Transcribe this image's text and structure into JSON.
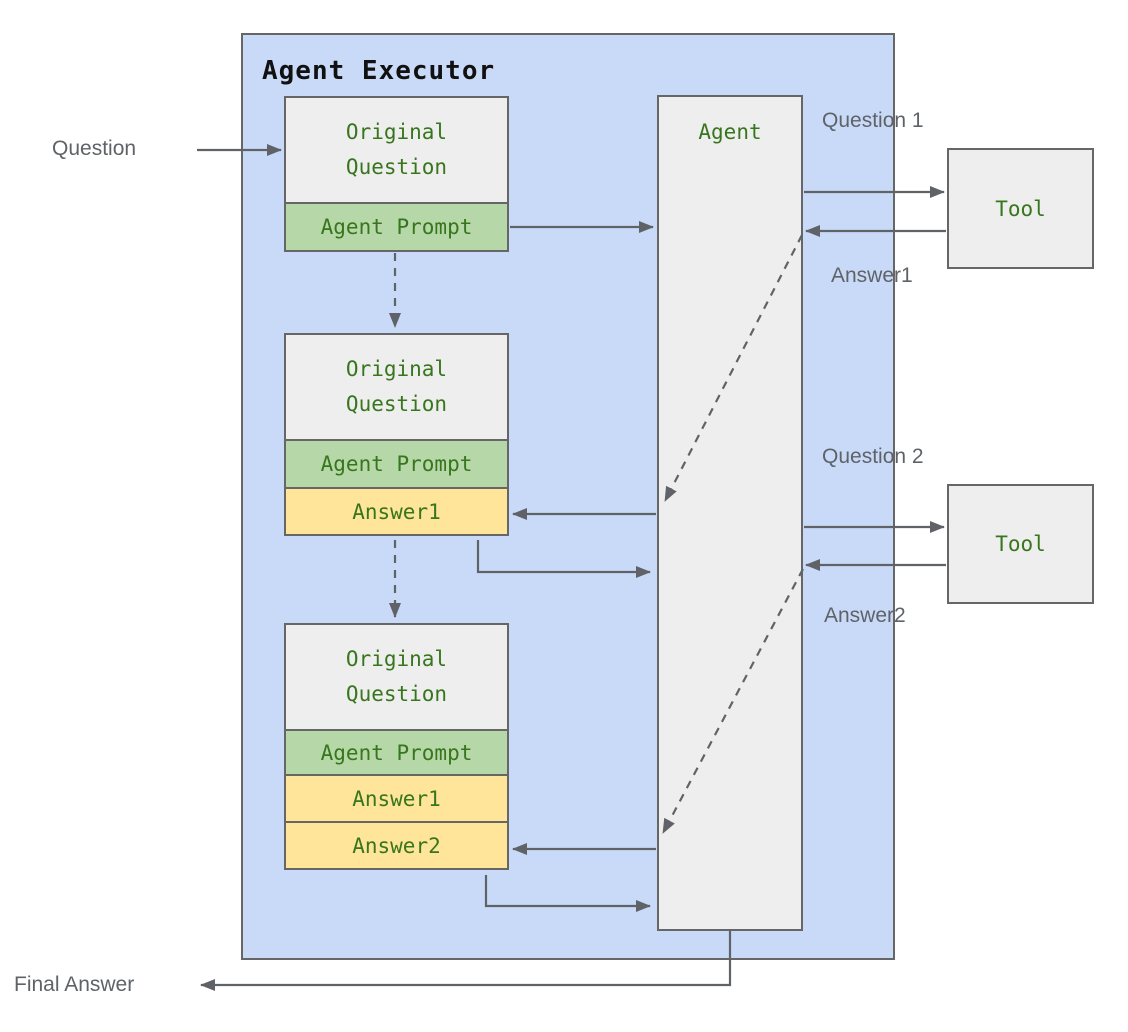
{
  "diagram": {
    "container_title": "Agent Executor",
    "agent_label": "Agent",
    "tools": [
      {
        "label": "Tool"
      },
      {
        "label": "Tool"
      }
    ],
    "blocks": [
      {
        "rows": [
          {
            "kind": "question",
            "label": "Original Question"
          },
          {
            "kind": "prompt",
            "label": "Agent Prompt"
          }
        ]
      },
      {
        "rows": [
          {
            "kind": "question",
            "label": "Original Question"
          },
          {
            "kind": "prompt",
            "label": "Agent Prompt"
          },
          {
            "kind": "answer",
            "label": "Answer1"
          }
        ]
      },
      {
        "rows": [
          {
            "kind": "question",
            "label": "Original Question"
          },
          {
            "kind": "prompt",
            "label": "Agent Prompt"
          },
          {
            "kind": "answer",
            "label": "Answer1"
          },
          {
            "kind": "answer",
            "label": "Answer2"
          }
        ]
      }
    ],
    "edge_labels": {
      "question": "Question",
      "question1": "Question 1",
      "answer1": "Answer1",
      "question2": "Question 2",
      "answer2": "Answer2",
      "final_answer": "Final Answer"
    },
    "colors": {
      "container_fill": "#c9daf8",
      "box_fill": "#eeeeee",
      "prompt_fill": "#b6d7a8",
      "answer_fill": "#ffe599",
      "border": "#666666",
      "text_green": "#38761d",
      "label_gray": "#5f6368",
      "arrow": "#5f6368"
    }
  }
}
